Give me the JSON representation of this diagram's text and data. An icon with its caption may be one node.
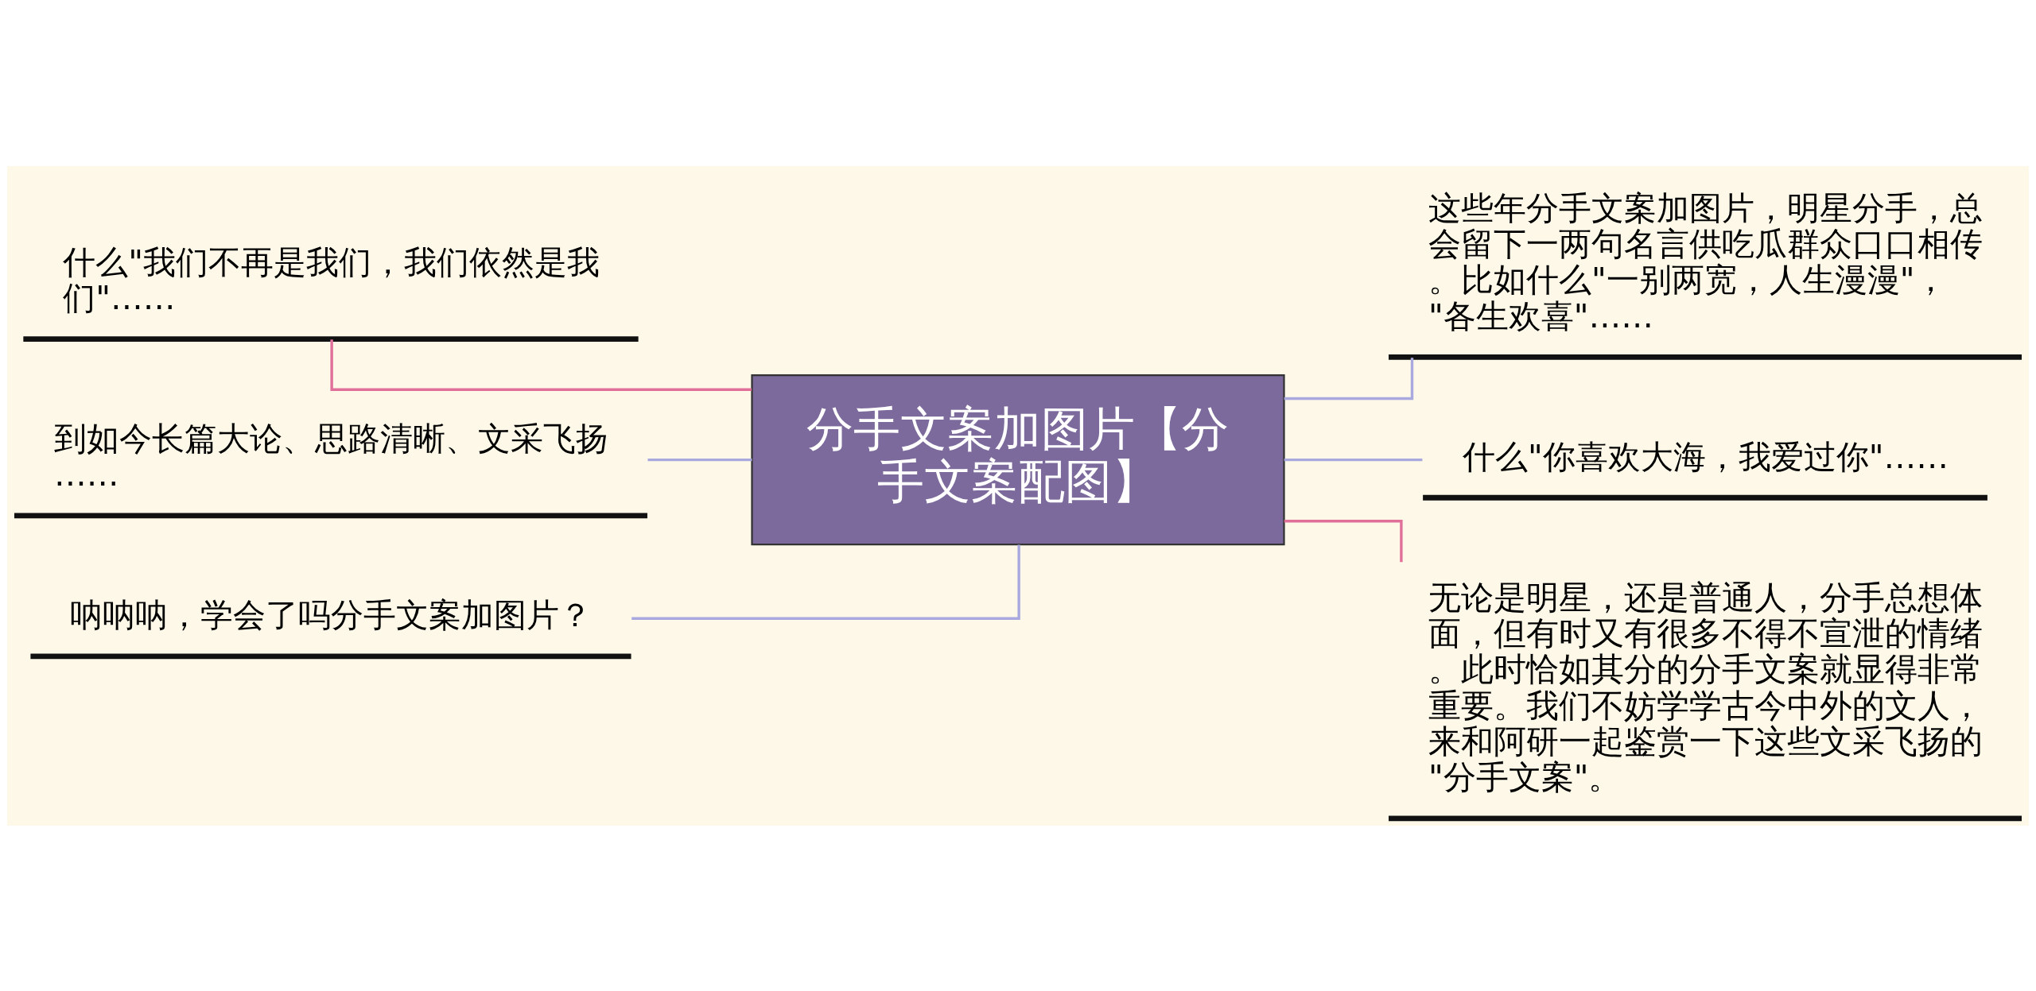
{
  "diagram": {
    "nodes": [
      {
        "text": [
          "分手文案加图片【分手文案配图】"
        ]
      },
      {
        "text": [
          "什么\"我们不再是我们，我们依然是我们\"……"
        ]
      },
      {
        "text": [
          "到如今长篇大论、思路清晰、文采飞扬……"
        ]
      },
      {
        "text": [
          "呐呐呐，学会了吗分手文案加图片？"
        ]
      },
      {
        "text": [
          "这些年分手文案加图片，明星分手，总会留下一两句名言供吃瓜群众口口相传。比如什么\"一别两宽，人生漫漫\"，\"各生欢喜\"……"
        ]
      },
      {
        "text": [
          "什么\"你喜欢大海，我爱过你\"……"
        ]
      },
      {
        "text": [
          "无论是明星，还是普通人，分手总想体面，但有时又有很多不得不宣泄的情绪。此时恰如其分的分手文案就显得非常重要。我们不妨学学古今中外的文人，来和阿研一起鉴赏一下这些文采飞扬的\"分手文案\"。"
        ]
      }
    ],
    "edges": [
      {
        "from": 0,
        "to": 1,
        "arrow": "none",
        "color": "#e0709a"
      },
      {
        "from": 0,
        "to": 2,
        "arrow": "none"
      },
      {
        "from": 0,
        "to": 3,
        "arrow": "none"
      },
      {
        "from": 0,
        "to": 4,
        "arrow": "none"
      },
      {
        "from": 0,
        "to": 5,
        "arrow": "none"
      },
      {
        "from": 0,
        "to": 6,
        "arrow": "none",
        "color": "#e0709a"
      }
    ]
  }
}
